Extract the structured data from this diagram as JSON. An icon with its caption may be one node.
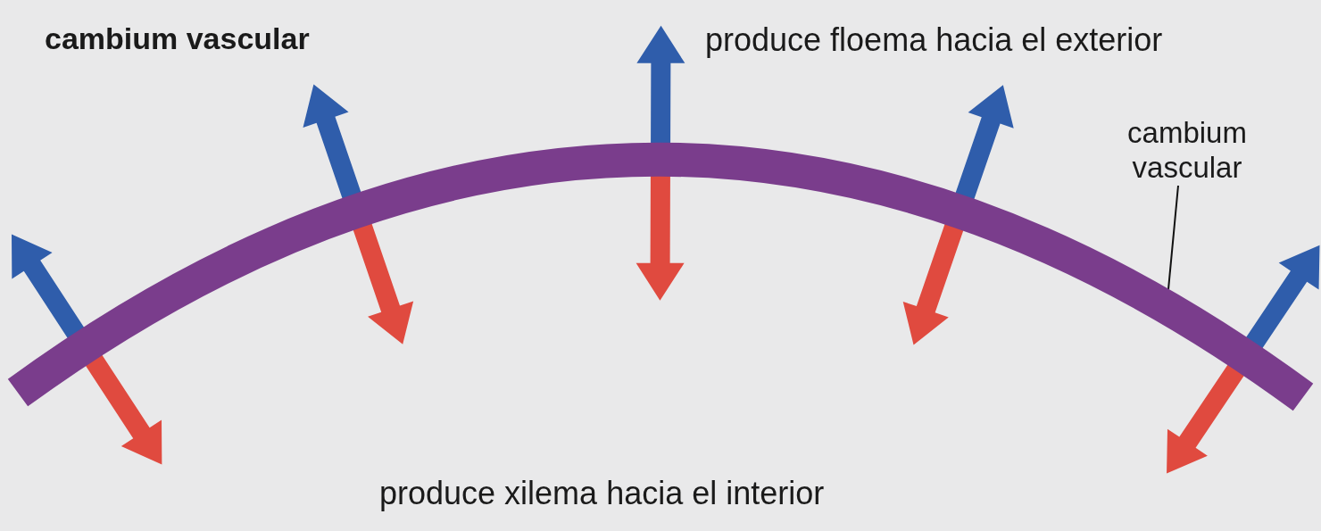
{
  "diagram": {
    "title": "cambium vascular",
    "nodes": [
      {
        "text": [
          "cambium vascular"
        ]
      },
      {
        "text": [],
        "shape": "band"
      }
    ],
    "edges": [
      {
        "from": 0,
        "to": 1,
        "arrow": "none"
      }
    ],
    "labels": [
      "produce floema hacia el exterior",
      "produce xilema hacia el interior"
    ]
  }
}
